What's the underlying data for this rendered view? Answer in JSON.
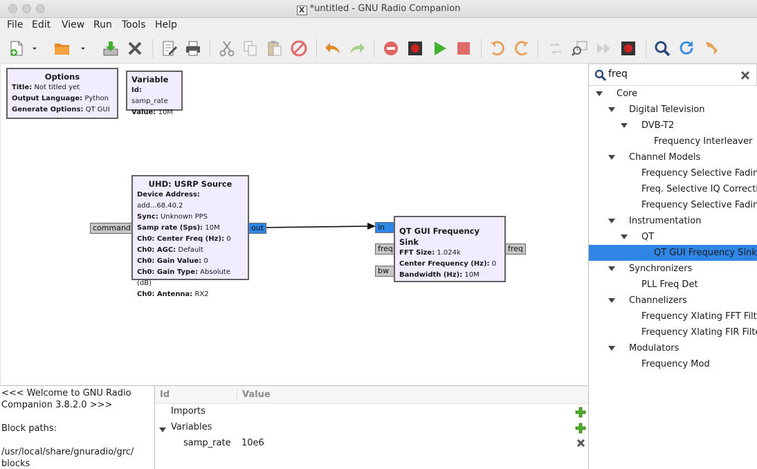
{
  "window": {
    "title": "*untitled - GNU Radio Companion"
  },
  "menubar": [
    "File",
    "Edit",
    "View",
    "Run",
    "Tools",
    "Help"
  ],
  "toolbar": {
    "icons": [
      "new-icon",
      "dropdown-icon",
      "open-icon",
      "dropdown-icon",
      "save-icon",
      "close-icon",
      "properties-icon",
      "print-icon",
      "cut-icon",
      "copy-icon",
      "paste-icon",
      "delete-icon",
      "undo-icon",
      "redo-icon",
      "disable-icon",
      "bypass-icon",
      "execute-icon",
      "kill-icon",
      "rotate-ccw-icon",
      "rotate-cw-icon",
      "move-icon",
      "find-block-icon",
      "forward-icon",
      "stop-icon",
      "search-icon",
      "reload-icon",
      "forward-arrow-icon"
    ]
  },
  "canvas": {
    "options_block": {
      "title": "Options",
      "rows": [
        {
          "label": "Title:",
          "value": "Not titled yet"
        },
        {
          "label": "Output Language:",
          "value": "Python"
        },
        {
          "label": "Generate Options:",
          "value": "QT GUI"
        }
      ]
    },
    "variable_block": {
      "title": "Variable",
      "rows": [
        {
          "label": "Id:",
          "value": "samp_rate"
        },
        {
          "label": "Value:",
          "value": "10M"
        }
      ]
    },
    "usrp_block": {
      "title": "UHD: USRP Source",
      "rows": [
        {
          "label": "Device Address:",
          "value": "add...68.40.2"
        },
        {
          "label": "Sync:",
          "value": "Unknown PPS"
        },
        {
          "label": "Samp rate (Sps):",
          "value": "10M"
        },
        {
          "label": "Ch0: Center Freq (Hz):",
          "value": "0"
        },
        {
          "label": "Ch0: AGC:",
          "value": "Default"
        },
        {
          "label": "Ch0: Gain Value:",
          "value": "0"
        },
        {
          "label": "Ch0: Gain Type:",
          "value": "Absolute (dB)"
        },
        {
          "label": "Ch0: Antenna:",
          "value": "RX2"
        }
      ],
      "port_in": "command",
      "port_out": "out"
    },
    "sink_block": {
      "title": "QT GUI Frequency Sink",
      "rows": [
        {
          "label": "FFT Size:",
          "value": "1.024k"
        },
        {
          "label": "Center Frequency (Hz):",
          "value": "0"
        },
        {
          "label": "Bandwidth (Hz):",
          "value": "10M"
        }
      ],
      "port_in": "in",
      "port_freq_in": "freq",
      "port_bw": "bw",
      "port_freq_out": "freq"
    }
  },
  "console": {
    "lines": [
      "<<< Welcome to GNU Radio",
      "Companion 3.8.2.0 >>>",
      "",
      "Block paths:",
      "        /usr/local/share/gnuradio/grc/",
      "blocks"
    ]
  },
  "variables_panel": {
    "col_id": "Id",
    "col_value": "Value",
    "imports": "Imports",
    "variables": "Variables",
    "var_name": "samp_rate",
    "var_value": "10e6"
  },
  "search": {
    "value": "freq"
  },
  "tree": [
    {
      "label": "Core",
      "level": 0,
      "expanded": true
    },
    {
      "label": "Digital Television",
      "level": 1,
      "expanded": true
    },
    {
      "label": "DVB-T2",
      "level": 2,
      "expanded": true
    },
    {
      "label": "Frequency Interleaver",
      "level": 3
    },
    {
      "label": "Channel Models",
      "level": 1,
      "expanded": true
    },
    {
      "label": "Frequency Selective Fading M",
      "level": 2
    },
    {
      "label": "Freq. Selective IQ Correction",
      "level": 2
    },
    {
      "label": "Frequency Selective Fading M",
      "level": 2
    },
    {
      "label": "Instrumentation",
      "level": 1,
      "expanded": true
    },
    {
      "label": "QT",
      "level": 2,
      "expanded": true
    },
    {
      "label": "QT GUI Frequency Sink",
      "level": 3,
      "selected": true
    },
    {
      "label": "Synchronizers",
      "level": 1,
      "expanded": true
    },
    {
      "label": "PLL Freq Det",
      "level": 2
    },
    {
      "label": "Channelizers",
      "level": 1,
      "expanded": true
    },
    {
      "label": "Frequency Xlating FFT Filter",
      "level": 2
    },
    {
      "label": "Frequency Xlating FIR Filter",
      "level": 2
    },
    {
      "label": "Modulators",
      "level": 1,
      "expanded": true
    },
    {
      "label": "Frequency Mod",
      "level": 2
    }
  ],
  "colors": {
    "selection": "#2f86e6",
    "block_bg": "#f1ecff",
    "port_grey": "#c6c6c6"
  }
}
